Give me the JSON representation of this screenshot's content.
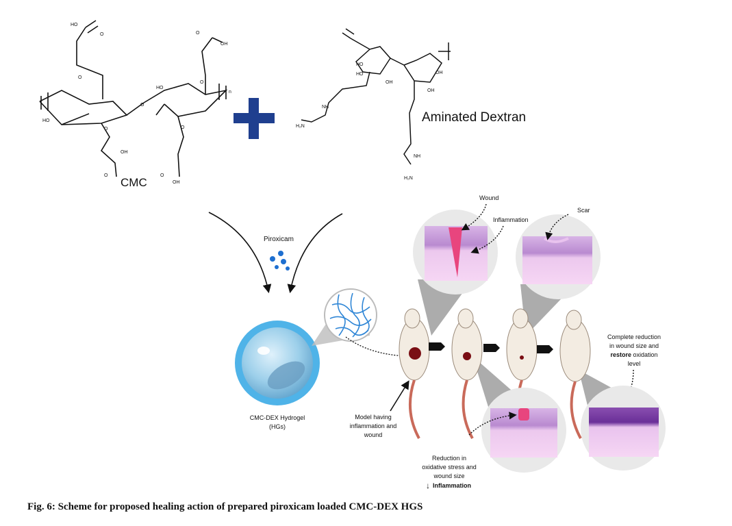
{
  "labels": {
    "cmc": "CMC",
    "aminated_dextran": "Aminated Dextran",
    "piroxicam": "Piroxicam",
    "hydrogel_line1": "CMC-DEX Hydrogel",
    "hydrogel_line2": "(HGs)",
    "wound": "Wound",
    "inflammation": "Inflammation",
    "scar": "Scar",
    "model_line1": "Model having",
    "model_line2": "inflammation and",
    "model_line3": "wound",
    "complete_line1": "Complete reduction",
    "complete_line2": "in wound size and",
    "complete_line3_bold": "restore",
    "complete_line3_rest": " oxidation",
    "complete_line4": "level",
    "reduction_line1": "Reduction in",
    "reduction_line2": "oxidative stress and",
    "reduction_line3": "wound size",
    "reduction_arrow": "↓",
    "reduction_line4": "Inflammation"
  },
  "chem": {
    "ho": "HO",
    "oh": "OH",
    "o": "O",
    "n": "n",
    "nh": "NH",
    "h2n": "H₂N"
  },
  "caption": "Fig. 6: Scheme for proposed healing action of prepared piroxicam loaded CMC-DEX HGS",
  "colors": {
    "plus": "#1f3f8f",
    "hydrogel": "#4fb3e8",
    "wound": "#e8457e",
    "tissue": "#c9a0d8",
    "skin": "#f3d0ee"
  }
}
